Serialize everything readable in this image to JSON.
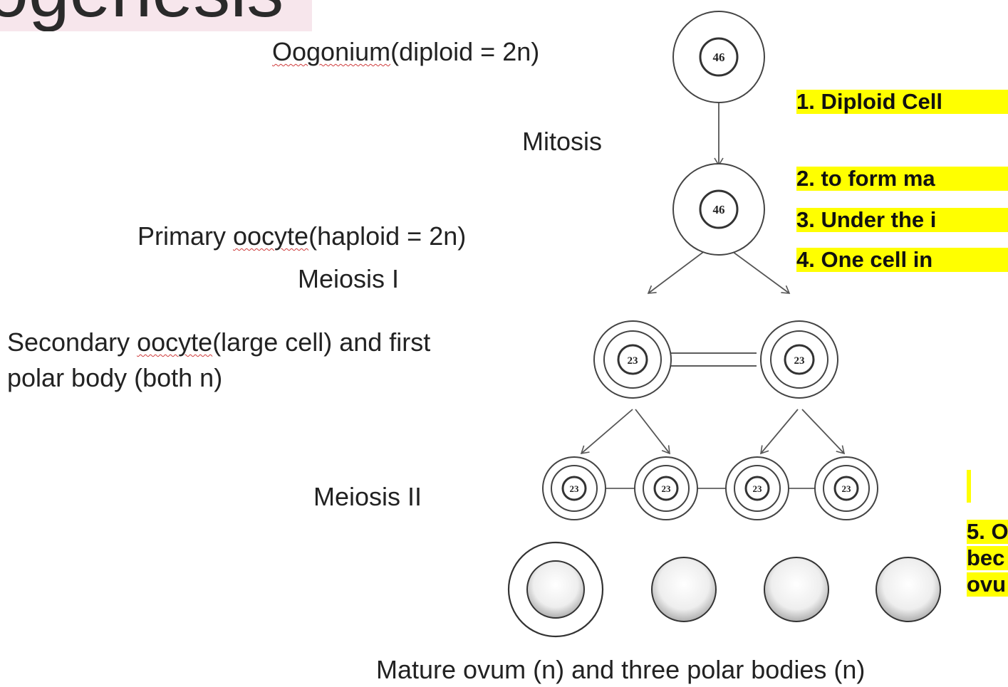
{
  "title": "ogenesis",
  "labels": {
    "oogonium_word": "Oogonium",
    "oogonium_rest": "(diploid = 2n)",
    "mitosis": "Mitosis",
    "primary_pre": "Primary ",
    "primary_word": "oocyte",
    "primary_rest": "(haploid = 2n)",
    "meiosis1": "Meiosis I",
    "secondary_pre": "Secondary ",
    "secondary_word": "oocyte",
    "secondary_rest": "(large cell) and first",
    "secondary_line2": "polar body (both n)",
    "meiosis2": "Meiosis II",
    "mature": "Mature ovum (n) and three polar bodies (n)"
  },
  "cells": {
    "oogonium": "46",
    "primary": "46",
    "secondary": [
      "23",
      "23"
    ],
    "meiosis2": [
      "23",
      "23",
      "23",
      "23"
    ]
  },
  "notes": {
    "n1": "1. Diploid Cell",
    "n2": "2. to form ma",
    "n3": "3. Under the i",
    "n4": "4. One cell in",
    "n5_line1": "5. O",
    "n5_line2": "bec",
    "n5_line3": "ovu"
  },
  "colors": {
    "highlight": "#ffff00",
    "title_bg": "#f7e6ec",
    "spell_underline": "#cf3b3b"
  }
}
